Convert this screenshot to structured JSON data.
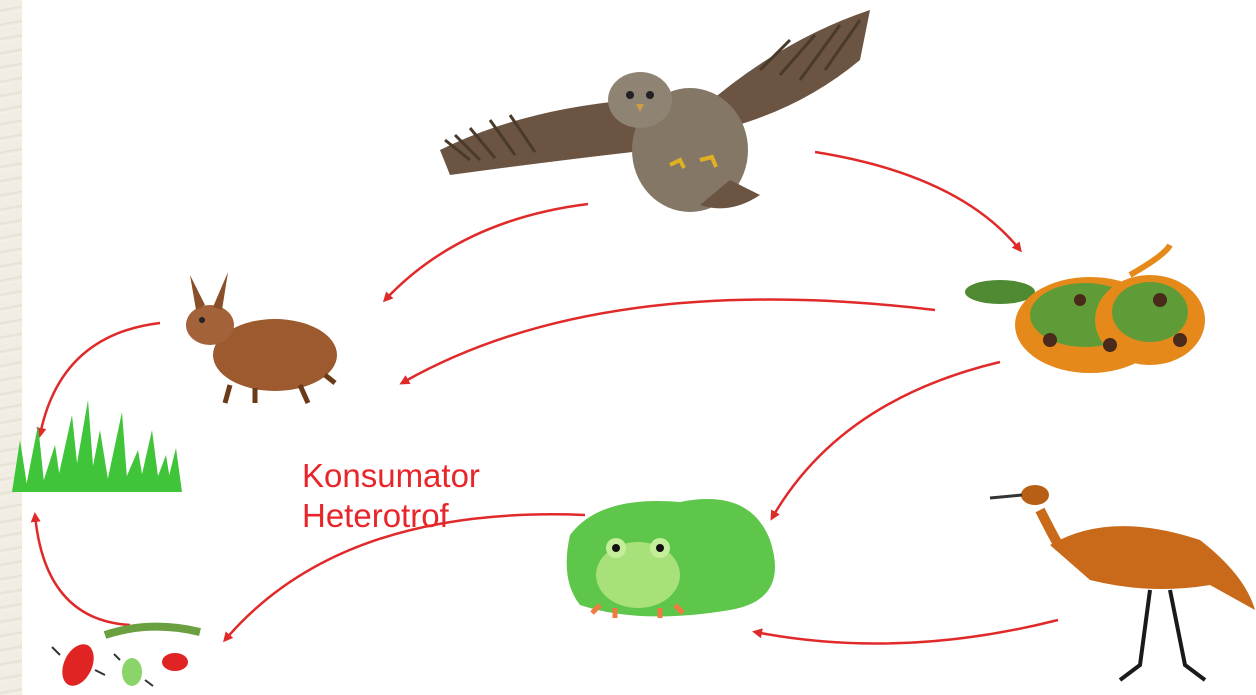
{
  "diagram": {
    "type": "food-web",
    "nodes": [
      {
        "id": "owl",
        "icon": "owl-icon"
      },
      {
        "id": "rabbit",
        "icon": "rabbit-icon"
      },
      {
        "id": "snake",
        "icon": "snake-icon"
      },
      {
        "id": "grass",
        "icon": "grass-icon"
      },
      {
        "id": "frog",
        "icon": "frog-icon"
      },
      {
        "id": "heron",
        "icon": "heron-icon"
      },
      {
        "id": "insects",
        "icon": "insects-icon"
      }
    ],
    "edges": [
      {
        "from": "owl",
        "to": "rabbit"
      },
      {
        "from": "owl",
        "to": "snake"
      },
      {
        "from": "snake",
        "to": "rabbit"
      },
      {
        "from": "snake",
        "to": "frog"
      },
      {
        "from": "rabbit",
        "to": "grass"
      },
      {
        "from": "insects",
        "to": "grass"
      },
      {
        "from": "frog",
        "to": "insects"
      },
      {
        "from": "heron",
        "to": "frog"
      }
    ],
    "arrow_color": "#e02a2a",
    "label": {
      "line1": "Konsumator",
      "line2": "Heterotrof",
      "color": "#e8262a"
    }
  }
}
